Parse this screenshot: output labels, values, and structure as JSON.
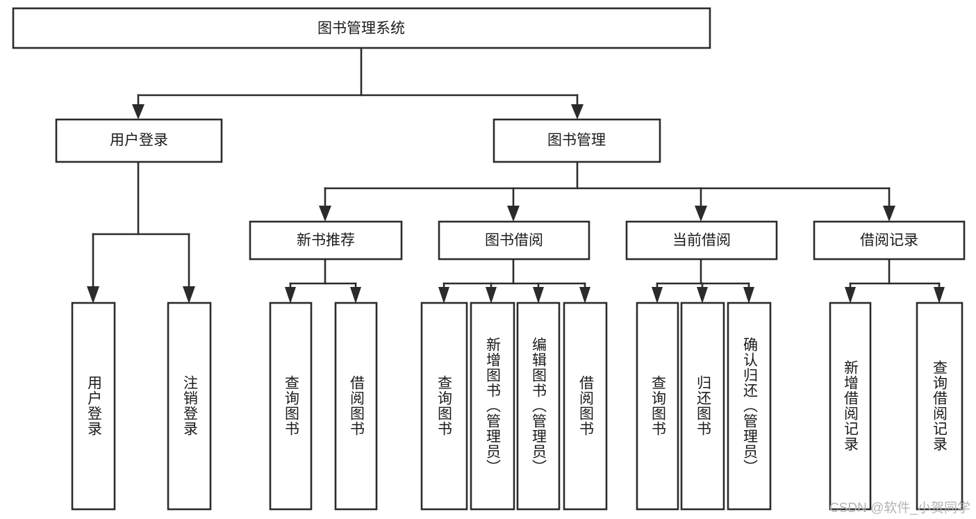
{
  "diagram": {
    "type": "tree-hierarchy-chart",
    "title": "图书管理系统",
    "orientation": "top-down",
    "background_color": "#ffffff",
    "line_color": "#2b2b2b",
    "box_fill": "#ffffff",
    "text_color": "#1b1b1b"
  },
  "root": {
    "label": "图书管理系统"
  },
  "level2": [
    {
      "label": "用户登录"
    },
    {
      "label": "图书管理"
    }
  ],
  "level3": [
    {
      "label": "新书推荐"
    },
    {
      "label": "图书借阅"
    },
    {
      "label": "当前借阅"
    },
    {
      "label": "借阅记录"
    }
  ],
  "leaves": {
    "user_login": [
      {
        "label": "用户登录"
      },
      {
        "label": "注销登录"
      }
    ],
    "new_book_recommend": [
      {
        "label": "查询图书"
      },
      {
        "label": "借阅图书"
      }
    ],
    "book_borrow": [
      {
        "label": "查询图书"
      },
      {
        "label": "新增图书（管理员）"
      },
      {
        "label": "编辑图书（管理员）"
      },
      {
        "label": "借阅图书"
      }
    ],
    "current_borrow": [
      {
        "label": "查询图书"
      },
      {
        "label": "归还图书"
      },
      {
        "label": "确认归还（管理员）"
      }
    ],
    "borrow_record": [
      {
        "label": "新增借阅记录"
      },
      {
        "label": "查询借阅记录"
      }
    ]
  },
  "watermark": {
    "text": "CSDN @软件_小贺同学"
  }
}
